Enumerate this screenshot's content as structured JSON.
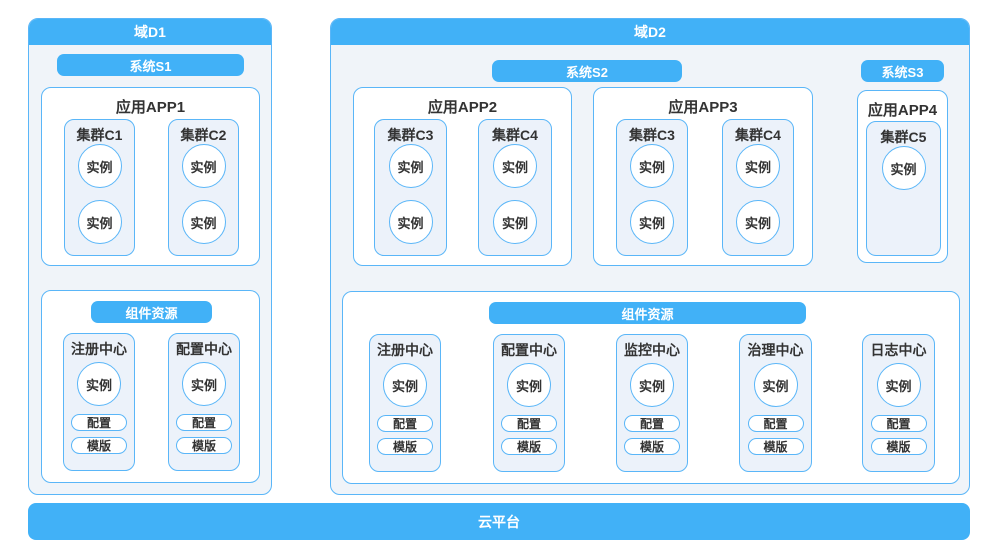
{
  "colors": {
    "blue": "#41b1f7",
    "border": "#5ab6f8",
    "panel": "#f0f4f9",
    "innerbox": "#ecf2fa",
    "text": "#333333"
  },
  "domains": [
    {
      "title": "域D1",
      "systems": [
        "系统S1"
      ],
      "apps": [
        {
          "title": "应用APP1",
          "clusters": [
            {
              "title": "集群C1",
              "instances": [
                "实例",
                "实例"
              ]
            },
            {
              "title": "集群C2",
              "instances": [
                "实例",
                "实例"
              ]
            }
          ]
        }
      ],
      "components": {
        "title": "组件资源",
        "centers": [
          {
            "title": "注册中心",
            "instance": "实例",
            "pills": [
              "配置",
              "模版"
            ]
          },
          {
            "title": "配置中心",
            "instance": "实例",
            "pills": [
              "配置",
              "模版"
            ]
          }
        ]
      }
    },
    {
      "title": "域D2",
      "systems": [
        "系统S2",
        "系统S3"
      ],
      "apps": [
        {
          "title": "应用APP2",
          "clusters": [
            {
              "title": "集群C3",
              "instances": [
                "实例",
                "实例"
              ]
            },
            {
              "title": "集群C4",
              "instances": [
                "实例",
                "实例"
              ]
            }
          ]
        },
        {
          "title": "应用APP3",
          "clusters": [
            {
              "title": "集群C3",
              "instances": [
                "实例",
                "实例"
              ]
            },
            {
              "title": "集群C4",
              "instances": [
                "实例",
                "实例"
              ]
            }
          ]
        },
        {
          "title": "应用APP4",
          "clusters": [
            {
              "title": "集群C5",
              "instances": [
                "实例"
              ]
            }
          ]
        }
      ],
      "components": {
        "title": "组件资源",
        "centers": [
          {
            "title": "注册中心",
            "instance": "实例",
            "pills": [
              "配置",
              "模版"
            ]
          },
          {
            "title": "配置中心",
            "instance": "实例",
            "pills": [
              "配置",
              "模版"
            ]
          },
          {
            "title": "监控中心",
            "instance": "实例",
            "pills": [
              "配置",
              "模版"
            ]
          },
          {
            "title": "治理中心",
            "instance": "实例",
            "pills": [
              "配置",
              "模版"
            ]
          },
          {
            "title": "日志中心",
            "instance": "实例",
            "pills": [
              "配置",
              "模版"
            ]
          }
        ]
      }
    }
  ],
  "platform": {
    "label": "云平台"
  }
}
